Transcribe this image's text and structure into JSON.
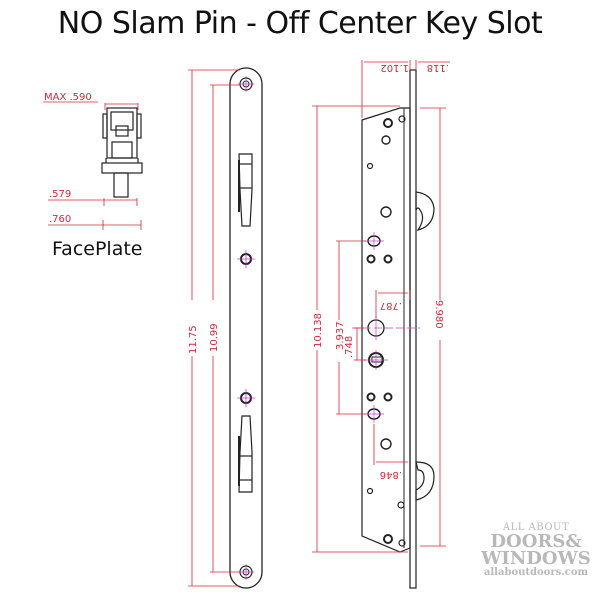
{
  "title": "NO Slam Pin - Off Center Key Slot",
  "faceplate": {
    "label": "FacePlate",
    "dimensions": {
      "max_width": "MAX .590",
      "width_579": ".579",
      "width_760": ".760"
    }
  },
  "faceplate_front": {
    "dimensions": {
      "overall_length": "11.75",
      "hole_spacing": "10.99"
    }
  },
  "lock_side": {
    "dimensions": {
      "top_1102": "1.102",
      "top_118": ".118",
      "case_height": "10.138",
      "hook_span": "9.980",
      "spindle_offset": "3.937",
      "cylinder_to_spindle": ".748",
      "backset_787": ".787",
      "backset_846": ".846"
    }
  },
  "colors": {
    "dimension": "#d8263a",
    "outline": "#222222",
    "centermark": "#c040c8",
    "watermark": "#b8b8b8"
  },
  "watermark": {
    "line1": "ALL ABOUT",
    "line2": "DOORS&",
    "line3": "WINDOWS",
    "line4": "allaboutdoors.com"
  }
}
